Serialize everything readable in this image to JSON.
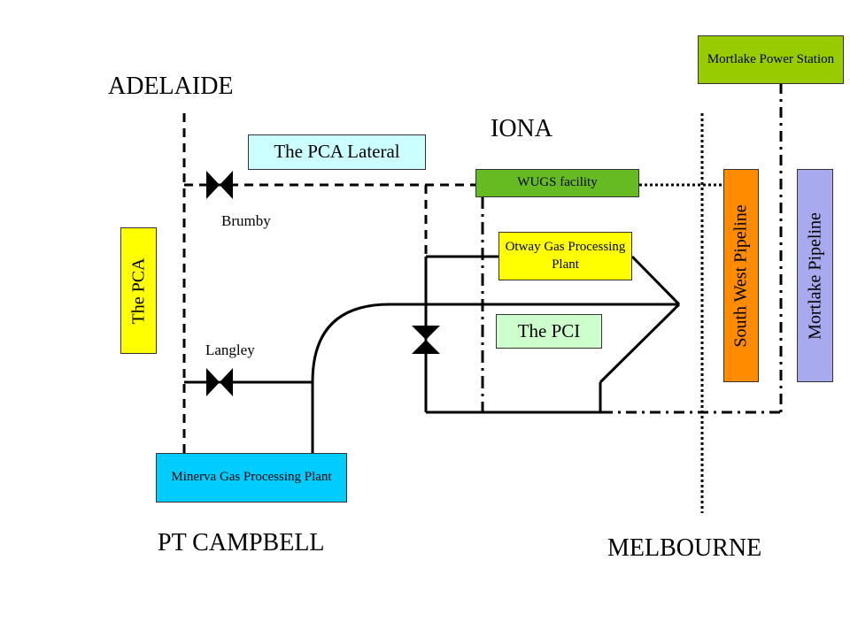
{
  "cities": {
    "adelaide": "ADELAIDE",
    "iona": "IONA",
    "pt_campbell": "PT CAMPBELL",
    "melbourne": "MELBOURNE"
  },
  "valves": {
    "brumby": "Brumby",
    "langley": "Langley"
  },
  "boxes": {
    "mortlake_power": {
      "label": "Mortlake Power Station",
      "color": "#99CC00"
    },
    "pca_lateral": {
      "label": "The PCA Lateral",
      "color": "#CCFFFF"
    },
    "wugs": {
      "label": "WUGS facility",
      "color": "#66BB22"
    },
    "otway": {
      "label": "Otway Gas Processing Plant",
      "color": "#FFFF00"
    },
    "pci": {
      "label": "The PCI",
      "color": "#CCFFCC"
    },
    "minerva": {
      "label": "Minerva  Gas Processing Plant",
      "color": "#00CCFF"
    },
    "pca": {
      "label": "The PCA",
      "color": "#FFFF00"
    },
    "south_west": {
      "label": "South West Pipeline",
      "color": "#FF8C00"
    },
    "mortlake_pipeline": {
      "label": "Mortlake Pipeline",
      "color": "#A9A9EE"
    }
  }
}
